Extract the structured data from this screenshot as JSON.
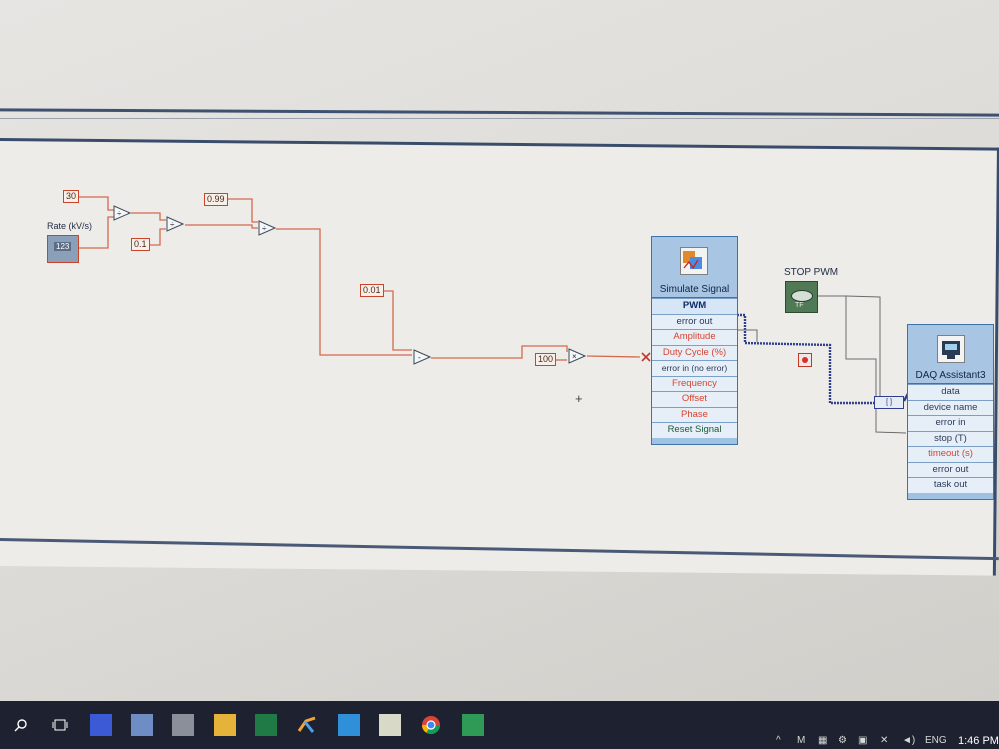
{
  "diagram": {
    "constants": {
      "c30": "30",
      "c099": "0.99",
      "c01": "0.1",
      "c001": "0.01",
      "c100": "100"
    },
    "rate_label": "Rate (kV/s)",
    "rate_indicator": "123",
    "stop_label": "STOP PWM",
    "stop_indicator": "TF",
    "build_array_glyph": "[ ]"
  },
  "simulate_signal": {
    "title": "Simulate Signal",
    "terminals": [
      "PWM",
      "error out",
      "Amplitude",
      "Duty Cycle (%)",
      "error in (no error)",
      "Frequency",
      "Offset",
      "Phase",
      "Reset Signal"
    ]
  },
  "daq_assistant": {
    "title": "DAQ Assistant3",
    "terminals": [
      "data",
      "device name",
      "error in",
      "stop (T)",
      "timeout (s)",
      "error out",
      "task out"
    ]
  },
  "taskbar": {
    "tray_lang": "ENG",
    "clock": "1:46 PM",
    "icons": [
      "search-icon",
      "task-view-icon",
      "app-icon",
      "labview-icon",
      "explorer-icon",
      "folder-icon",
      "excel-icon",
      "ni-icon",
      "display-icon",
      "simulator-icon",
      "chrome-icon",
      "daq-icon"
    ]
  },
  "colors": {
    "wire": "#d36a4e",
    "block_blue": "#bcd4ea",
    "frame_navy": "#3a4c6b",
    "taskbar": "#1e2230"
  }
}
